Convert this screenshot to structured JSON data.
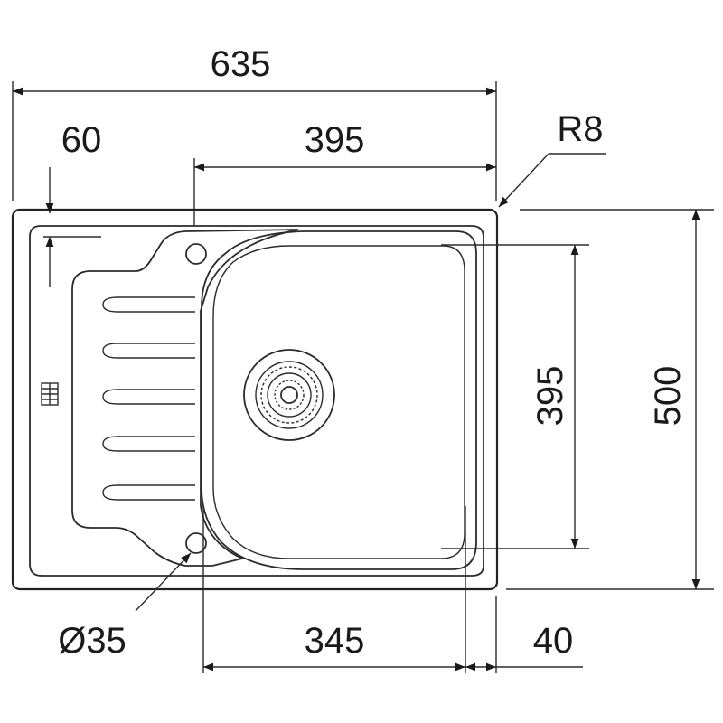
{
  "drawing": {
    "dimensions": {
      "overall_width": "635",
      "drainboard_offset": "60",
      "bowl_width_top": "395",
      "corner_radius": "R8",
      "hole_diameter": "Ø35",
      "bowl_width_bottom": "345",
      "edge_margin": "40",
      "bowl_depth": "395",
      "overall_depth": "500"
    }
  }
}
